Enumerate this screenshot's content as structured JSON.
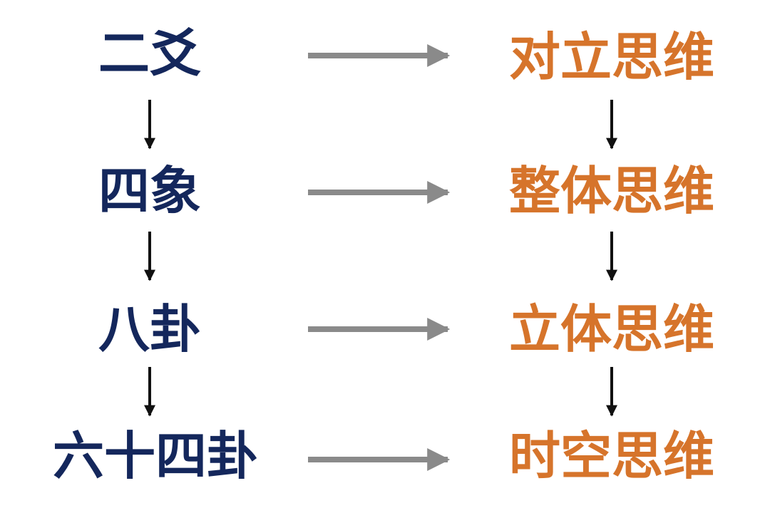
{
  "rows": [
    {
      "left": "二爻",
      "right": "对立思维"
    },
    {
      "left": "四象",
      "right": "整体思维"
    },
    {
      "left": "八卦",
      "right": "立体思维"
    },
    {
      "left": "六十四卦",
      "right": "时空思维"
    }
  ],
  "colors": {
    "left_text": "#14275c",
    "right_text": "#d6742b",
    "horizontal_arrow": "#8a8a8a",
    "vertical_arrow": "#111111",
    "background": "#ffffff"
  },
  "arrows": {
    "horizontal_count": 4,
    "vertical_count_per_column": 3,
    "horizontal_style": "thick-gray",
    "vertical_style": "thin-black"
  }
}
